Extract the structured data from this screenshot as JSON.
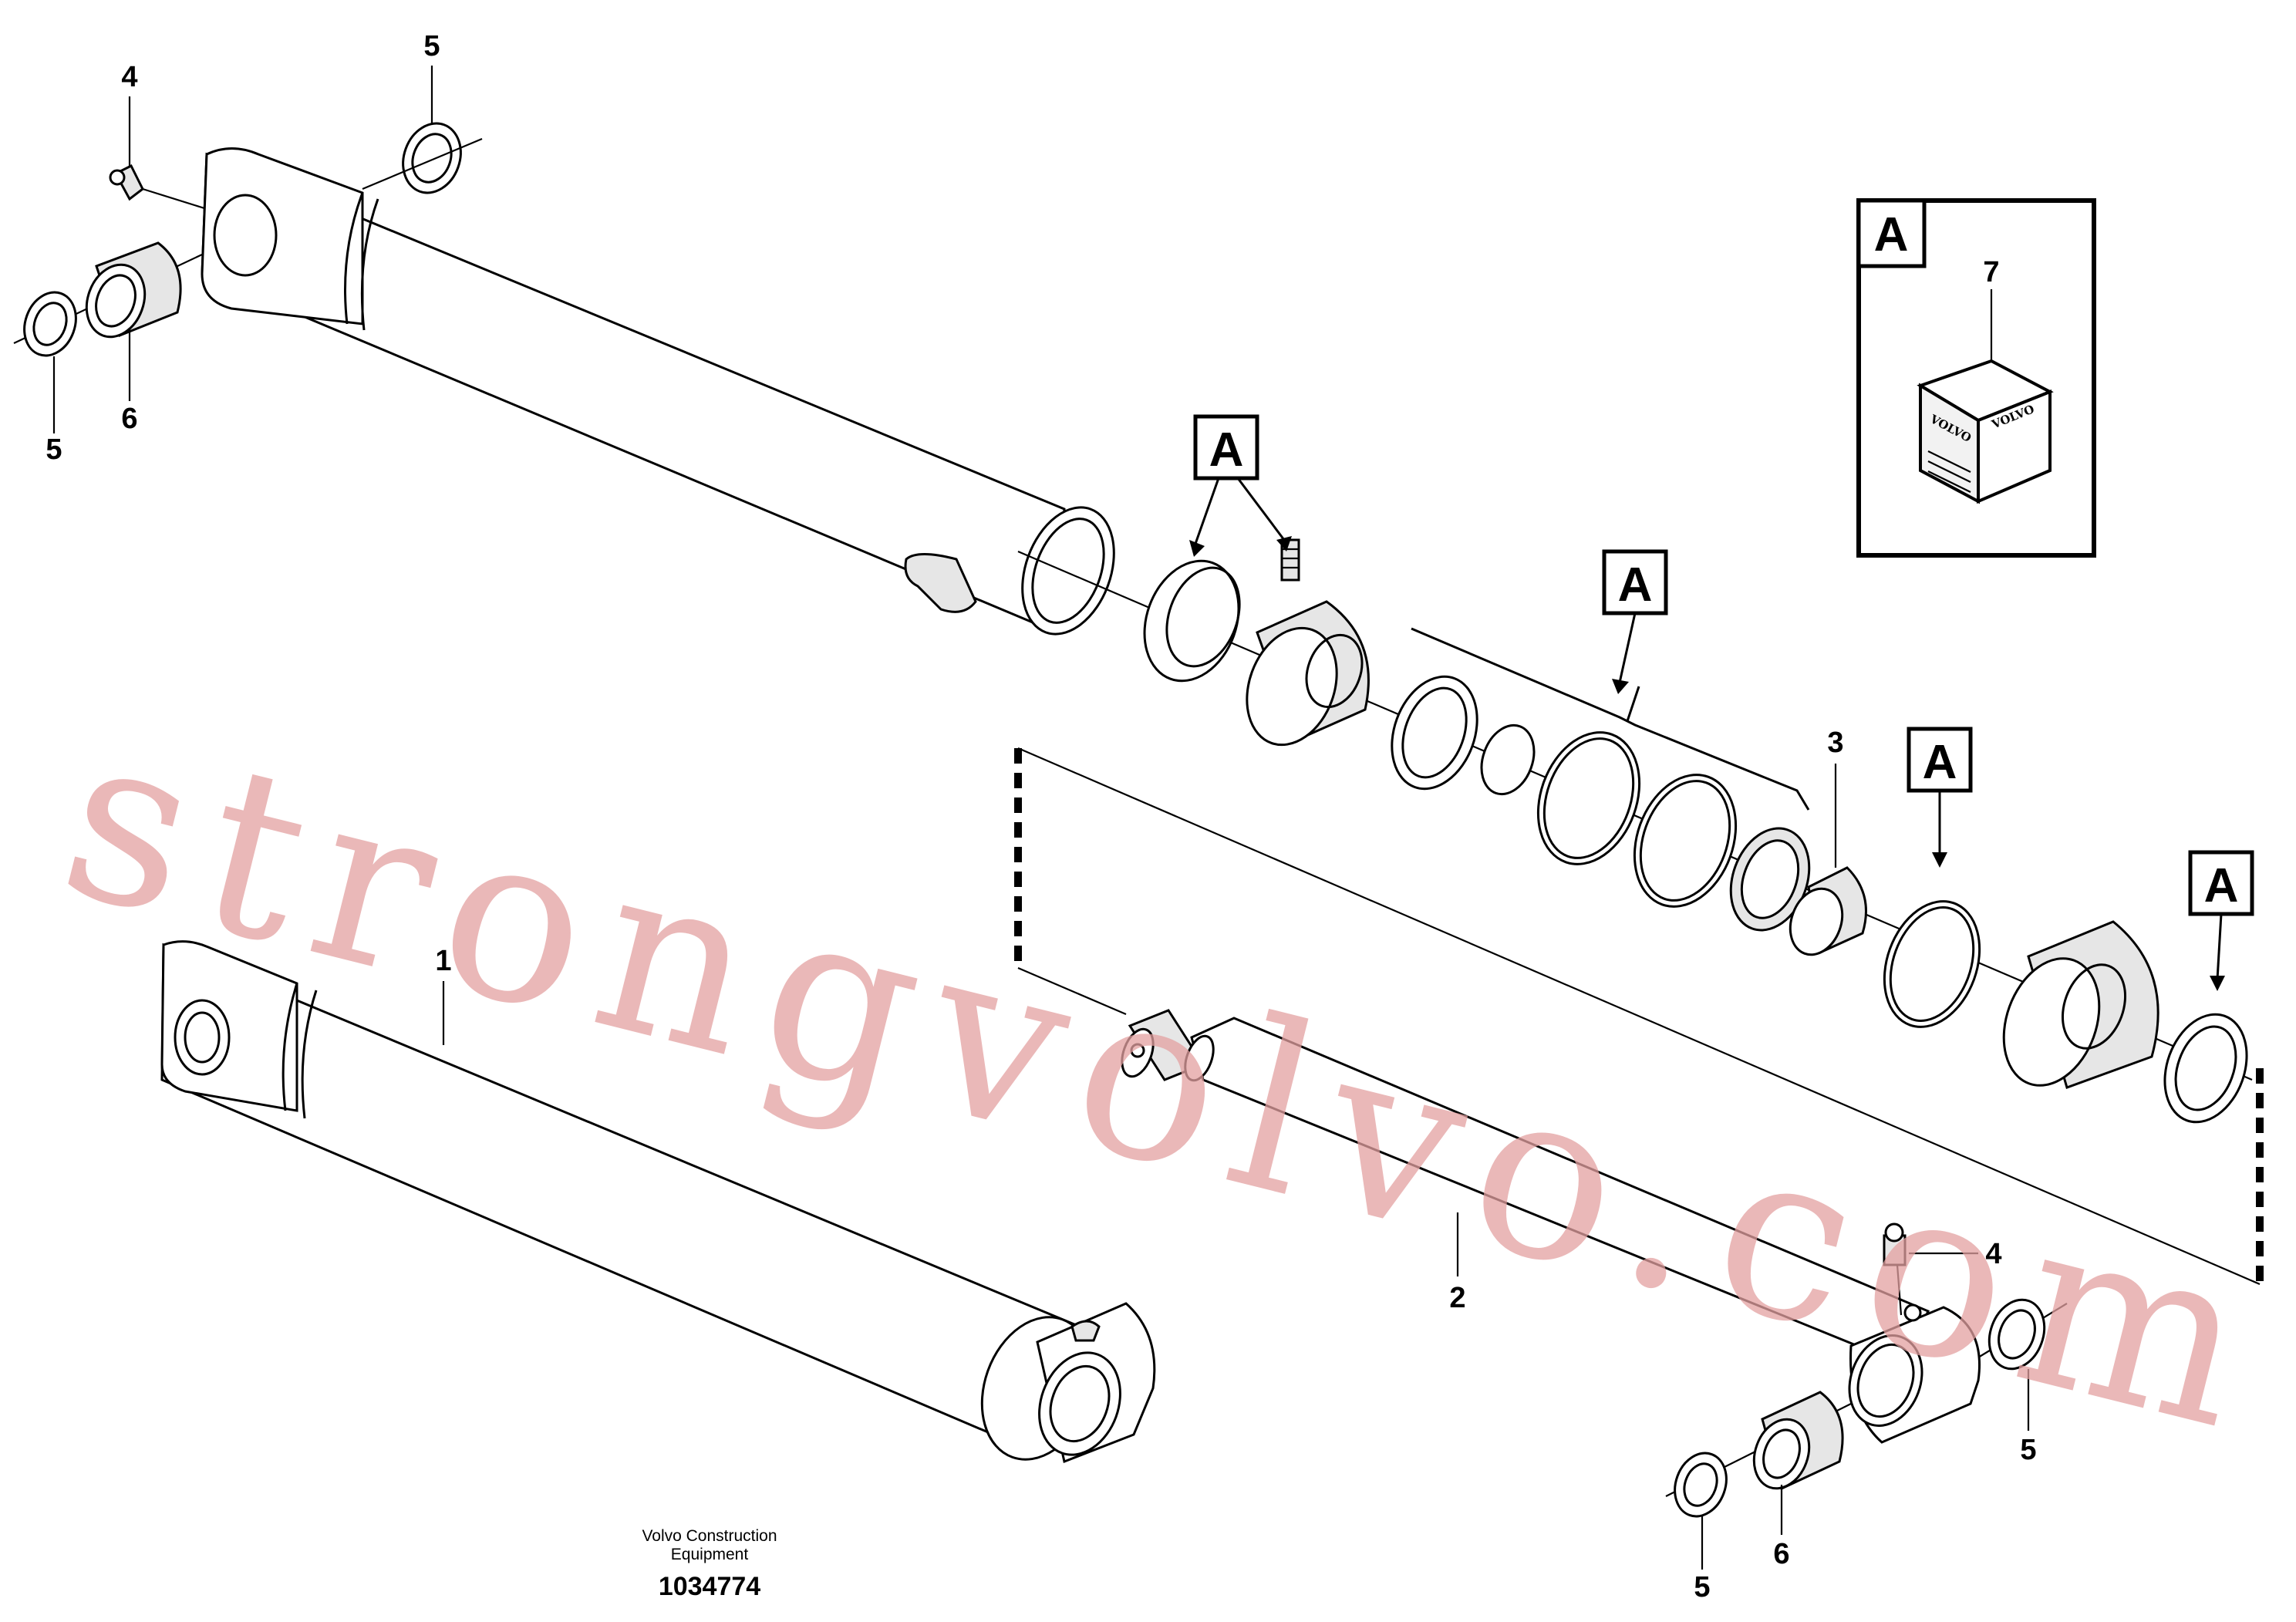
{
  "diagram": {
    "callouts": {
      "c1": "1",
      "c2": "2",
      "c3": "3",
      "c4a": "4",
      "c4b": "4",
      "c5a": "5",
      "c5b": "5",
      "c5c": "5",
      "c5d": "5",
      "c6a": "6",
      "c6b": "6",
      "c7": "7"
    },
    "kit_label": "A",
    "kit_box_label": "A",
    "kit_logo_text": "VOLVO",
    "watermark": "strongvolvo.com",
    "footer": {
      "line1": "Volvo Construction",
      "line2": "Equipment",
      "number": "1034774"
    }
  }
}
